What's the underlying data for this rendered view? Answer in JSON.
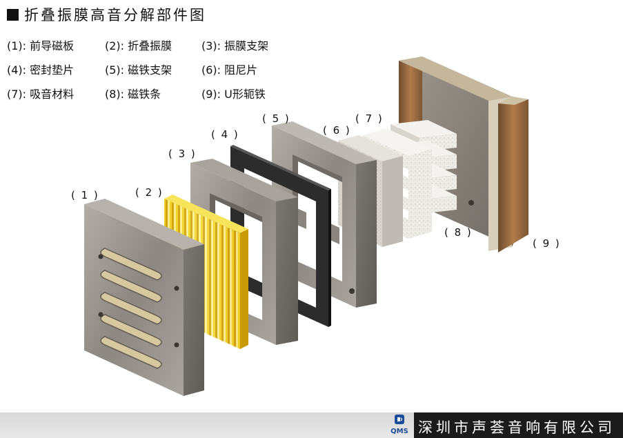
{
  "title": "折叠振膜高音分解部件图",
  "legend": [
    "(1): 前导磁板",
    "(2): 折叠振膜",
    "(3): 振膜支架",
    "(4): 密封垫片",
    "(5): 磁铁支架",
    "(6): 阻尼片",
    "(7): 吸音材料",
    "(8): 磁铁条",
    "(9): U形轭铁"
  ],
  "callouts": [
    "( 1 )",
    "( 2 )",
    "( 3 )",
    "( 4 )",
    "( 5 )",
    "( 6 )",
    "( 7 )",
    "( 8 )",
    "( 9 )"
  ],
  "logo_text": "QMS",
  "company": "深圳市声荟音响有限公司",
  "colors": {
    "steel": "#8f8a84",
    "diaphragm": "#f2d21e",
    "gasket": "#2b2b2b",
    "damping": "#d7d3cc",
    "foam": "#ebe9e4",
    "yoke_copper": "#9a6a3e",
    "footer_dark": "#1b1b1b"
  }
}
